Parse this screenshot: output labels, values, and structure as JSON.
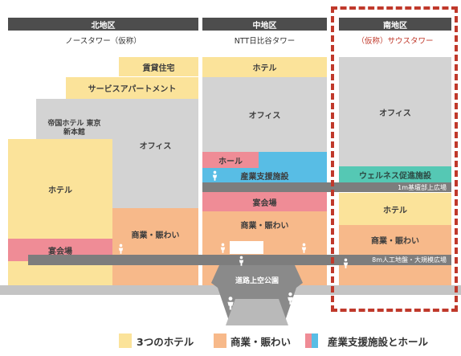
{
  "districts": {
    "north": {
      "header": "北地区",
      "building_name": "ノースタワー（仮称）",
      "blocks": {
        "rental_housing": "賃貸住宅",
        "serviced_apartment": "サービスアパートメント",
        "imperial_hotel": "帝国ホテル 東京\n新本館",
        "office": "オフィス",
        "hotel": "ホテル",
        "commerce": "商業・賑わい",
        "banquet": "宴会場"
      }
    },
    "central": {
      "header": "中地区",
      "building_name": "NTT日比谷タワー",
      "blocks": {
        "hotel": "ホテル",
        "office": "オフィス",
        "hall": "ホール",
        "industry_support": "産業支援施設",
        "banquet": "宴会場",
        "commerce": "商業・賑わい"
      }
    },
    "south": {
      "header": "南地区",
      "building_name": "（仮称）サウスタワー",
      "blocks": {
        "office": "オフィス",
        "wellness": "ウェルネス促進施設",
        "hotel": "ホテル",
        "commerce": "商業・賑わい"
      }
    }
  },
  "bands": {
    "podium_plaza": "1m基壇部上広場",
    "ground_plaza": "8m人工地盤・大規模広場"
  },
  "road_park": "道路上空公園",
  "legend": {
    "hotels": "3つのホテル",
    "commerce": "商業・賑わい",
    "industry_hall": "産業支援施設とホール"
  },
  "colors": {
    "hotel_yellow": "#fbe39a",
    "commerce_orange": "#f7b98a",
    "hall_pink": "#ef8c96",
    "support_blue": "#58bde5",
    "wellness_teal": "#55c8b4",
    "office_gray": "#d3d3d3",
    "header_dark": "#4d4d4d",
    "highlight_red": "#c0392b"
  },
  "icons": [
    "person-icon"
  ]
}
